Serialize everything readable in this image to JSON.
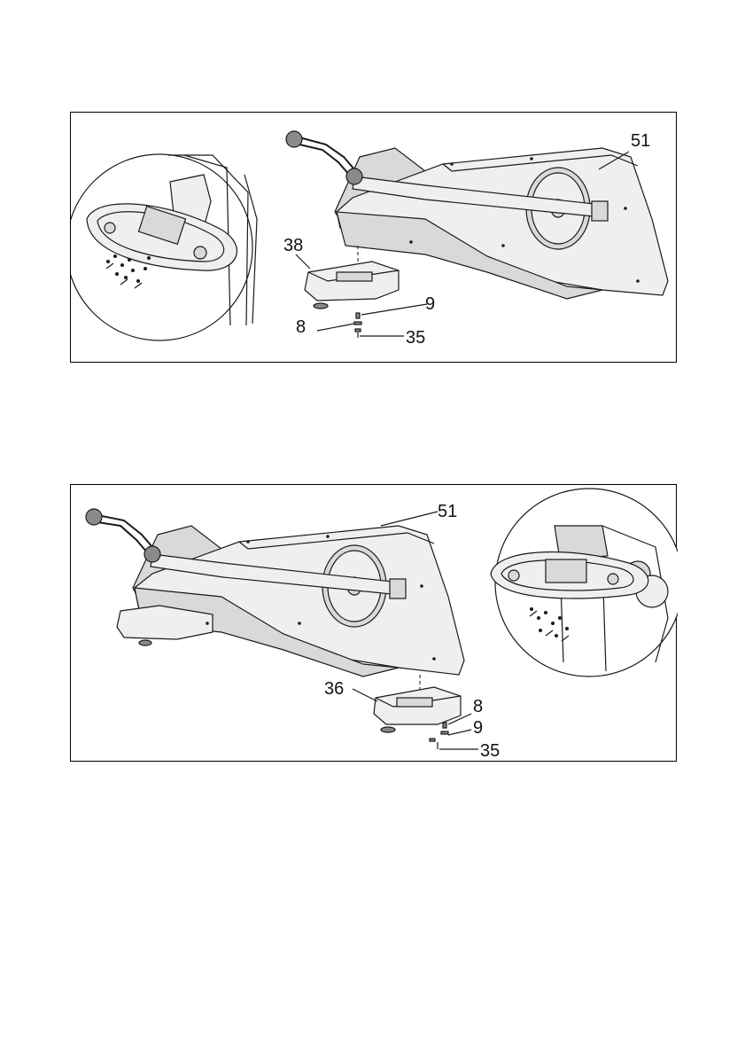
{
  "figures": [
    {
      "callouts": {
        "frame": "51",
        "stabilizer": "38",
        "washer_a": "9",
        "washer_b": "8",
        "bolt": "35"
      }
    },
    {
      "callouts": {
        "frame": "51",
        "stabilizer": "36",
        "washer_b": "8",
        "washer_a": "9",
        "bolt": "35"
      }
    }
  ]
}
